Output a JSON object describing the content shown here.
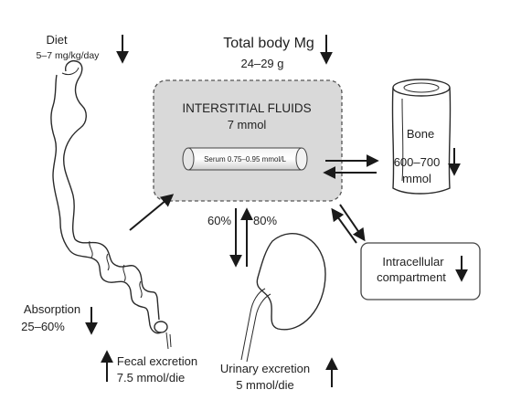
{
  "diet": {
    "title": "Diet",
    "amount": "5–7 mg/kg/day"
  },
  "total_body": {
    "title": "Total body Mg",
    "amount": "24–29 g"
  },
  "interstitial": {
    "title": "INTERSTITIAL FLUIDS",
    "amount": "7 mmol",
    "serum": "Serum 0.75–0.95 mmol/L"
  },
  "bone": {
    "title": "Bone",
    "amount_line1": "600–700",
    "amount_line2": "mmol"
  },
  "intracellular": {
    "line1": "Intracellular",
    "line2": "compartment"
  },
  "absorption": {
    "title": "Absorption",
    "amount": "25–60%"
  },
  "fecal": {
    "title": "Fecal excretion",
    "amount": "7.5 mmol/die"
  },
  "urinary": {
    "title": "Urinary excretion",
    "amount": "5 mmol/die"
  },
  "kidney_flow": {
    "in_pct": "60%",
    "out_pct": "80%"
  },
  "colors": {
    "box_fill": "#d9d9d9",
    "line": "#2a2a2a",
    "background": "#ffffff"
  }
}
